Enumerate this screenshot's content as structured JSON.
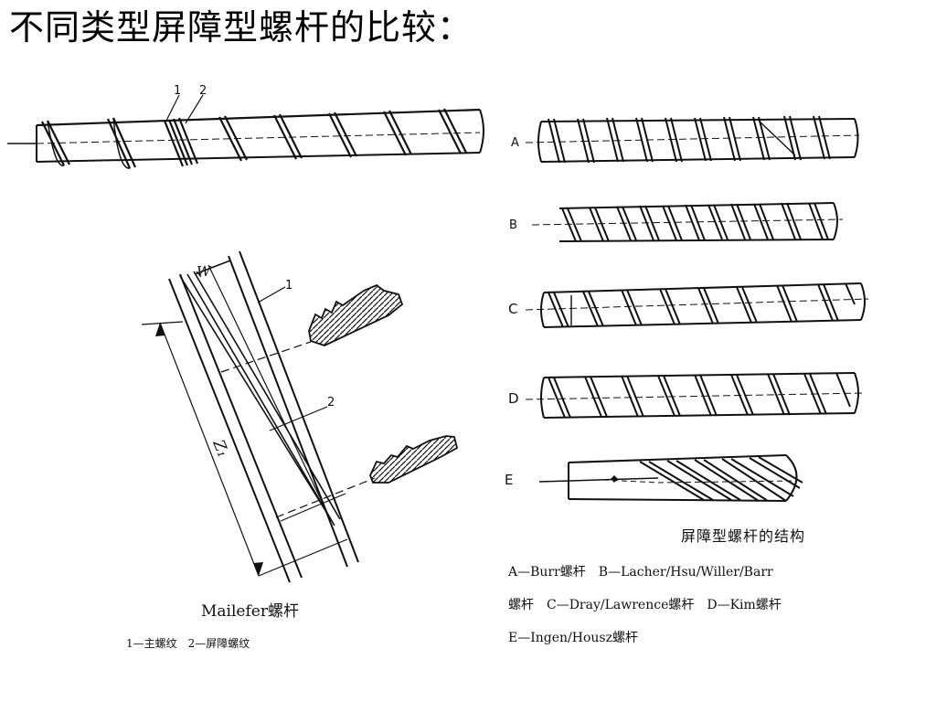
{
  "slide": {
    "title": "不同类型屏障型螺杆的比较："
  },
  "top_screw": {
    "callout_1": "1",
    "callout_2": "2"
  },
  "mailefer_detail": {
    "width_label": "W",
    "length_label": "Z₁",
    "callout_1": "1",
    "callout_2": "2",
    "caption": "Mailefer螺杆",
    "legend": "1—主螺纹　2—屏障螺纹"
  },
  "screw_variants": {
    "labels": [
      "A",
      "B",
      "C",
      "D",
      "E"
    ],
    "figure_title": "屏障型螺杆的结构",
    "legend": [
      "A—Burr螺杆　B—Lacher/Hsu/Willer/Barr",
      "螺杆　C—Dray/Lawrence螺杆　D—Kim螺杆",
      "E—Ingen/Housz螺杆"
    ]
  },
  "colors": {
    "ink": "#111111",
    "background": "#ffffff"
  }
}
